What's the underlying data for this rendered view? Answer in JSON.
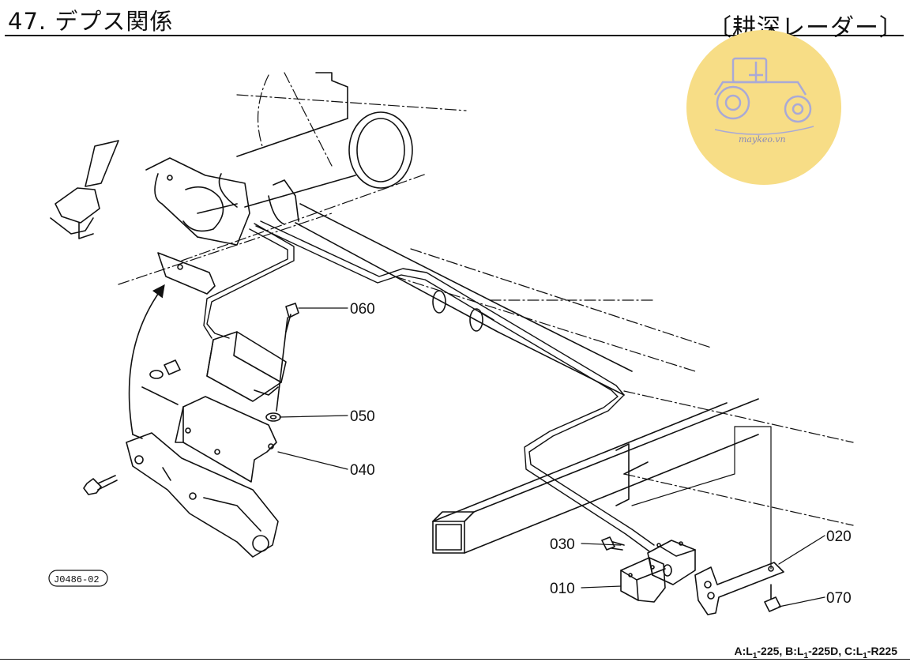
{
  "header": {
    "title": "47. デプス関係",
    "subtitle": "〔耕深レーダー〕"
  },
  "callouts": {
    "p010": "010",
    "p020": "020",
    "p030": "030",
    "p040": "040",
    "p050": "050",
    "p060": "060",
    "p070": "070"
  },
  "figure_code": "J0486-02",
  "watermark": {
    "text": "maykeo.vn",
    "color": "#f7dd86"
  },
  "footer": {
    "models_prefix": "A:L",
    "models_a": "-225, B:L",
    "models_b": "-225D, C:L",
    "models_c": "-R225",
    "sub": "1"
  }
}
